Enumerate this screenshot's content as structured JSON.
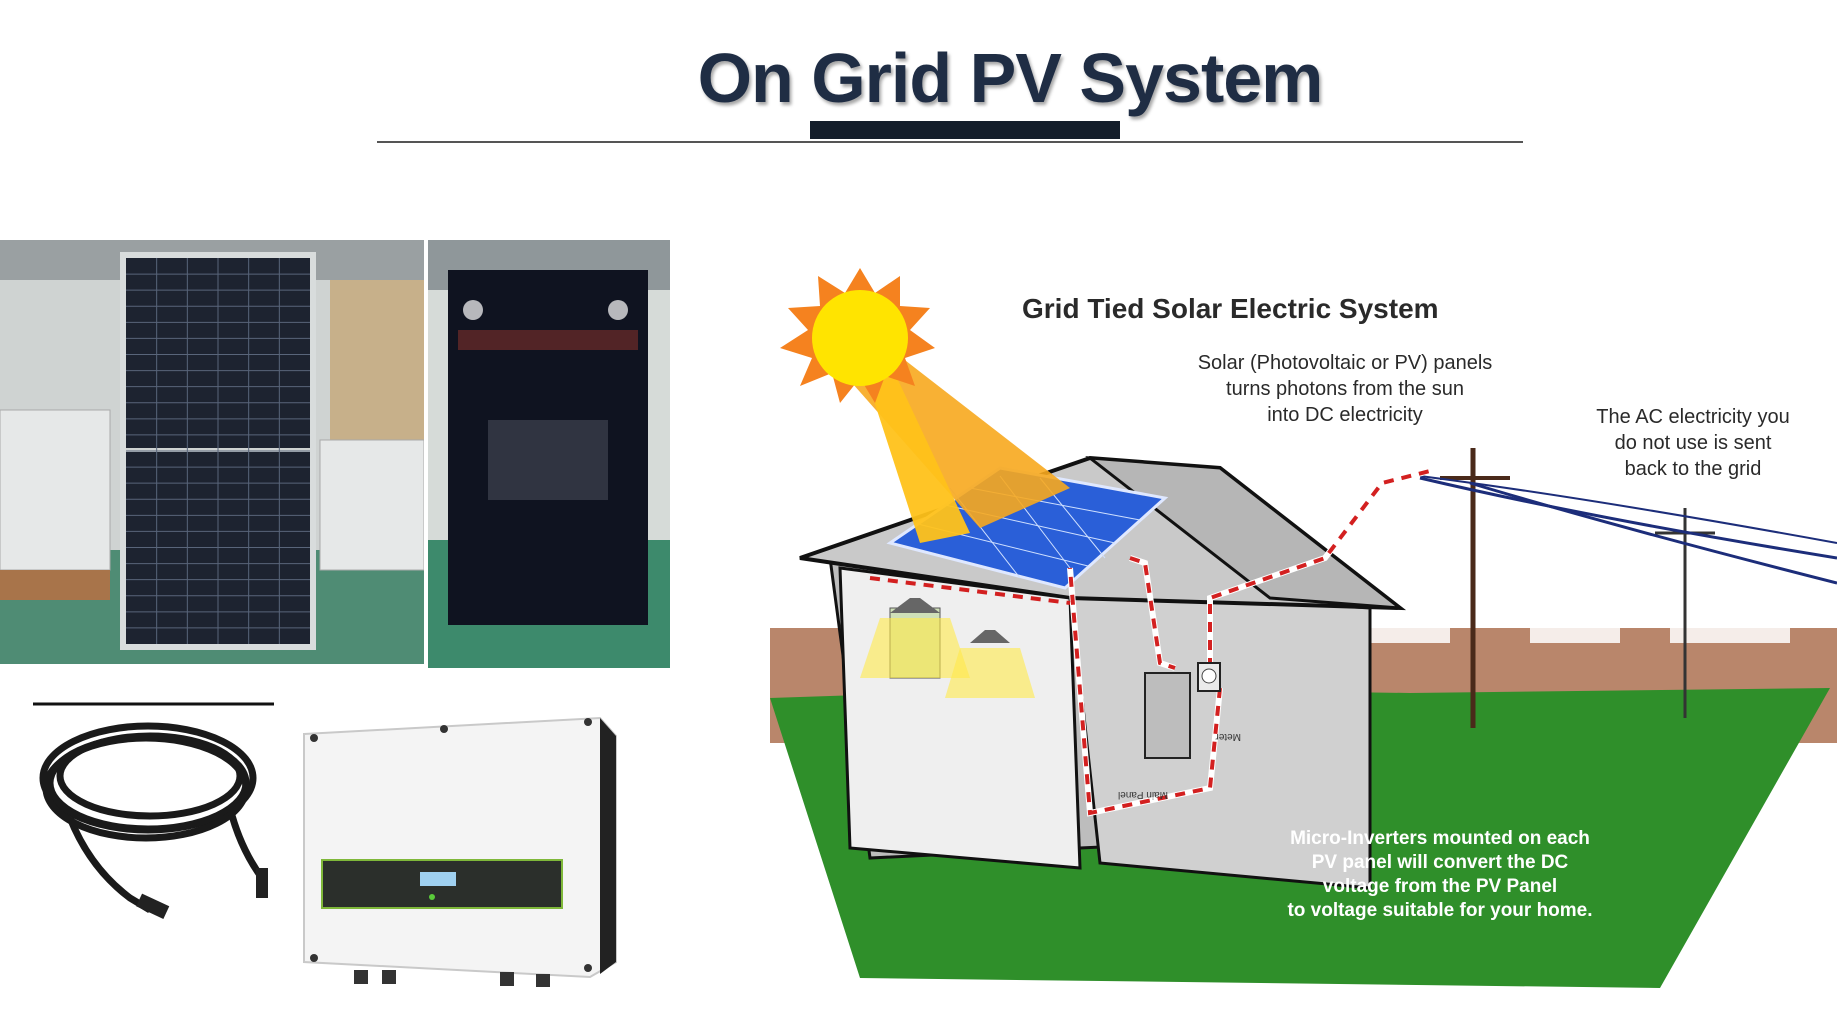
{
  "slide": {
    "title": "On Grid PV System"
  },
  "photos": {
    "panel_front": "solar-panel-front-photo",
    "panel_back": "solar-panel-black-photo",
    "cable": "pv-cable-photo",
    "inverter": "grid-tie-inverter-photo"
  },
  "diagram": {
    "title": "Grid Tied Solar Electric System",
    "panels_note": [
      "Solar (Photovoltaic or PV) panels",
      "turns photons from the sun",
      "into DC electricity"
    ],
    "grid_note": [
      "The AC electricity you",
      "do not use is sent",
      "back to the grid"
    ],
    "inverter_note": [
      "Micro-Inverters mounted on each",
      "PV panel will convert the DC",
      "voltage from the PV Panel",
      "to voltage suitable for your home."
    ],
    "meter_label": "Meter",
    "main_panel_label": "Main Panel"
  },
  "colors": {
    "title": "#1f2d44",
    "grass": "#2f8f2a",
    "sun": "#ffd400",
    "wire": "#d32020"
  }
}
